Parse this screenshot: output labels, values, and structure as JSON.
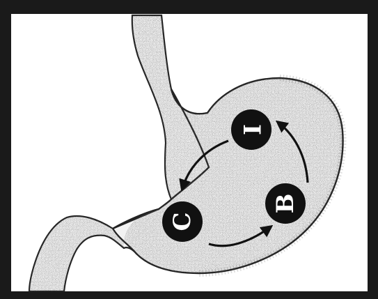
{
  "diagram": {
    "nodes": [
      {
        "id": "I",
        "label": "I"
      },
      {
        "id": "B",
        "label": "B"
      },
      {
        "id": "C",
        "label": "C"
      }
    ],
    "cycle": [
      {
        "from": "B",
        "to": "I"
      },
      {
        "from": "I",
        "to": "C"
      },
      {
        "from": "C",
        "to": "B"
      }
    ],
    "colors": {
      "frame": "#1a1a1a",
      "node_fill": "#111111",
      "node_text": "#ffffff",
      "organ_fill": "#f4f4f4",
      "organ_stroke": "#222222",
      "stipple": "#2a2a2a",
      "arrow": "#111111"
    }
  }
}
